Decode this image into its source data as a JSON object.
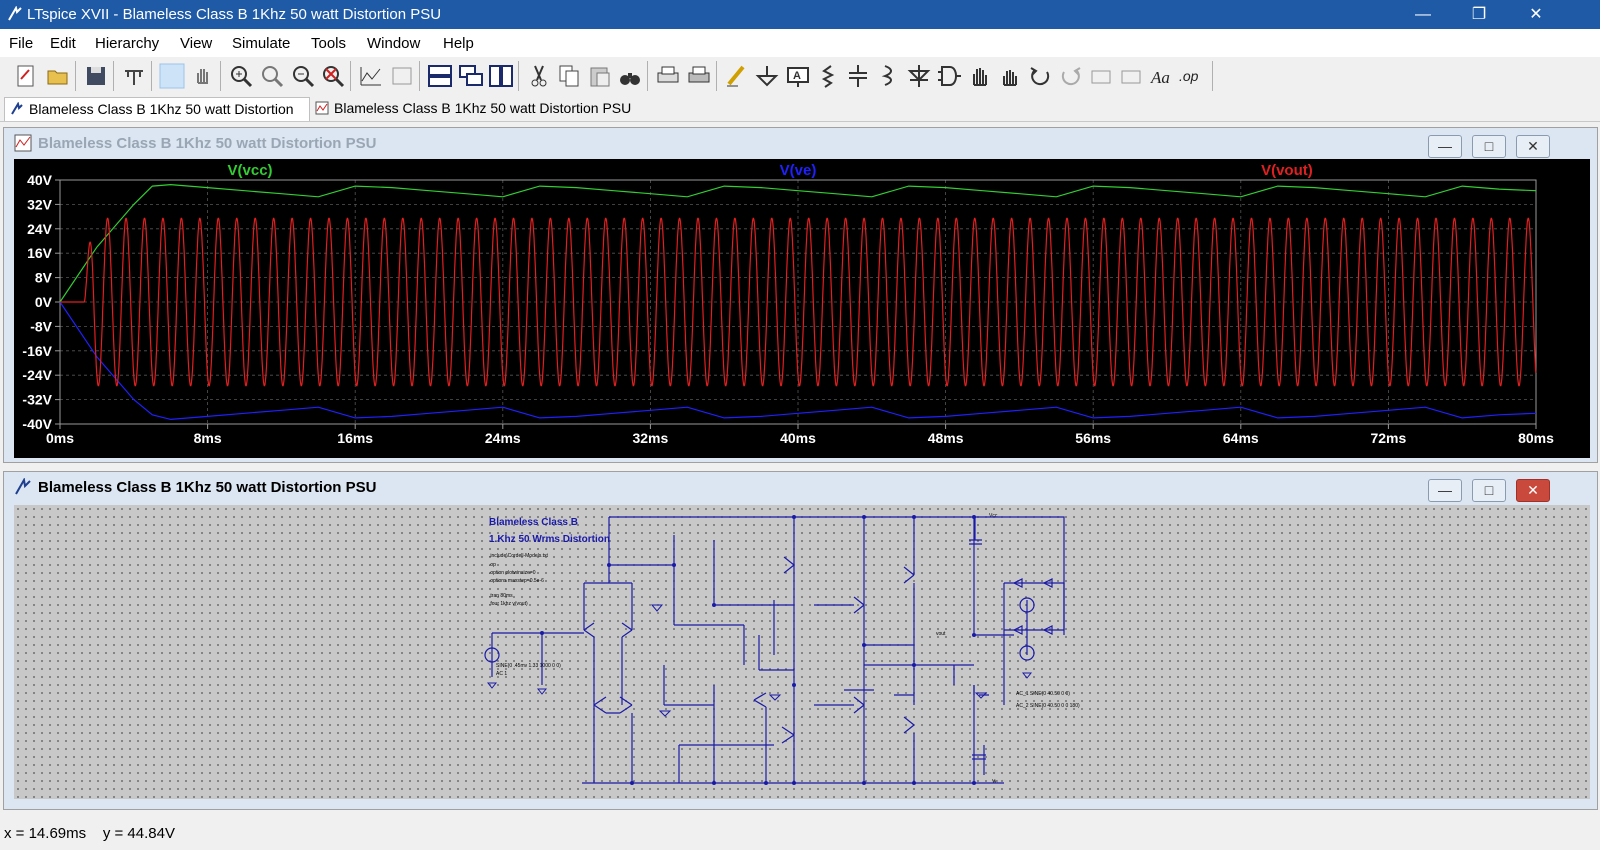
{
  "window": {
    "title": "LTspice XVII - Blameless Class B 1Khz 50 watt Distortion PSU",
    "min_label": "—",
    "max_label": "❐",
    "close_label": "✕"
  },
  "menu": {
    "items": [
      {
        "label": "File"
      },
      {
        "label": "Edit"
      },
      {
        "label": "Hierarchy"
      },
      {
        "label": "View"
      },
      {
        "label": "Simulate"
      },
      {
        "label": "Tools"
      },
      {
        "label": "Window"
      },
      {
        "label": "Help"
      }
    ]
  },
  "toolbar": {
    "buttons": [
      "new-schematic-icon",
      "open-icon",
      "save-icon",
      "control-panel-icon",
      "select-icon",
      "pan-icon",
      "zoom-in-icon",
      "zoom-area-icon",
      "zoom-out-icon",
      "zoom-cancel-icon",
      "autorange-icon",
      "pick-visible-traces-icon",
      "tile-horizontal-icon",
      "cascade-icon",
      "tile-vertical-icon",
      "cut-icon",
      "copy-icon",
      "paste-icon",
      "find-icon",
      "print-icon",
      "print-preview-icon",
      "draw-wire-icon",
      "ground-icon",
      "label-net-icon",
      "resistor-icon",
      "capacitor-icon",
      "inductor-icon",
      "diode-icon",
      "component-icon",
      "move-icon",
      "drag-icon",
      "undo-icon",
      "redo-icon",
      "rotate-icon",
      "mirror-icon",
      "text-icon",
      "spice-directive-icon"
    ],
    "spice_directive_label": ".op"
  },
  "tabs": [
    {
      "label": "Blameless Class B 1Khz 50 watt Distortion PSU",
      "active": true
    },
    {
      "label": "Blameless Class B 1Khz 50 watt Distortion PSU",
      "active": false
    }
  ],
  "waveform_window": {
    "title": "Blameless Class B 1Khz 50 watt Distortion PSU",
    "min_label": "—",
    "max_label": "□",
    "close_label": "✕"
  },
  "schematic_window": {
    "title": "Blameless Class B 1Khz 50 watt Distortion PSU",
    "min_label": "—",
    "max_label": "□",
    "close_label": "✕",
    "title_line1": "Blameless Class B",
    "title_line2": "1.Khz 50 Wrms Distortion",
    "directives": [
      ".include\\Cordell-Models.txt",
      ".op",
      ".option plotwinsize=0",
      ".options maxstep=0.5e-6",
      ".tran 80ms",
      ".four 1khz v(vout)"
    ],
    "source_label": "SINE(0 .45mv 1.33 1000 0 0)",
    "source_ac": "AC 1",
    "psu_label_1": "AC_1  SINE(0 40.50 0 0)",
    "psu_label_2": "AC_2  SINE(0 40.50 0 0 180)",
    "net_vcc": "Vcc",
    "net_ve": "Ve",
    "net_vout": "vout"
  },
  "chart_data": {
    "type": "line",
    "title": "",
    "xlabel": "",
    "ylabel": "",
    "xlim": [
      0,
      80
    ],
    "ylim": [
      -40,
      40
    ],
    "x_ticks": [
      "0ms",
      "8ms",
      "16ms",
      "24ms",
      "32ms",
      "40ms",
      "48ms",
      "56ms",
      "64ms",
      "72ms",
      "80ms"
    ],
    "y_ticks": [
      "40V",
      "32V",
      "24V",
      "16V",
      "8V",
      "0V",
      "-8V",
      "-16V",
      "-24V",
      "-32V",
      "-40V"
    ],
    "x_tick_values": [
      0,
      8,
      16,
      24,
      32,
      40,
      48,
      56,
      64,
      72,
      80
    ],
    "y_tick_values": [
      40,
      32,
      24,
      16,
      8,
      0,
      -8,
      -16,
      -24,
      -32,
      -40
    ],
    "grid": true,
    "legend_position": "top",
    "series": [
      {
        "name": "V(vcc)",
        "color": "#32cd32",
        "x": [
          0,
          2,
          4,
          5,
          6,
          8,
          10,
          12,
          14,
          16,
          18,
          20,
          22,
          24,
          26,
          28,
          30,
          32,
          34,
          36,
          38,
          40,
          42,
          44,
          46,
          48,
          50,
          52,
          54,
          56,
          58,
          60,
          62,
          64,
          66,
          68,
          70,
          72,
          74,
          76,
          78,
          80
        ],
        "y": [
          0,
          18,
          32,
          38,
          38.5,
          37.5,
          36.5,
          35.5,
          34.5,
          38,
          37.5,
          36.5,
          35.5,
          34.5,
          38,
          37.5,
          36.5,
          35.5,
          34.5,
          38,
          37.5,
          36.5,
          35.5,
          34.5,
          38,
          37.5,
          36.5,
          35.5,
          34.5,
          38,
          37.5,
          36.5,
          35.5,
          34.5,
          38,
          37.5,
          36.5,
          35.5,
          34.5,
          38,
          37,
          36.5
        ]
      },
      {
        "name": "V(ve)",
        "color": "#2020ff",
        "x": [
          0,
          2,
          4,
          5,
          6,
          8,
          10,
          12,
          14,
          16,
          18,
          20,
          22,
          24,
          26,
          28,
          30,
          32,
          34,
          36,
          38,
          40,
          42,
          44,
          46,
          48,
          50,
          52,
          54,
          56,
          58,
          60,
          62,
          64,
          66,
          68,
          70,
          72,
          74,
          76,
          78,
          80
        ],
        "y": [
          0,
          -18,
          -32,
          -37,
          -38.5,
          -37.5,
          -36.5,
          -35.5,
          -34.5,
          -38,
          -37.5,
          -36.5,
          -35.5,
          -34.5,
          -38,
          -37.5,
          -36.5,
          -35.5,
          -34.5,
          -38,
          -37.5,
          -36.5,
          -35.5,
          -34.5,
          -38,
          -37.5,
          -36.5,
          -35.5,
          -34.5,
          -38,
          -37.5,
          -36.5,
          -35.5,
          -34.5,
          -38,
          -37.5,
          -36.5,
          -35.5,
          -34.5,
          -38,
          -37,
          -36.5
        ]
      },
      {
        "name": "V(vout)",
        "color": "#e02020",
        "frequency_hz": 1000,
        "amplitude_v": 27.5,
        "start_ms": 1.33,
        "duration_ms": 80
      }
    ]
  },
  "status": {
    "cursor_x": "x = 14.69ms",
    "cursor_y": "y = 44.84V"
  }
}
